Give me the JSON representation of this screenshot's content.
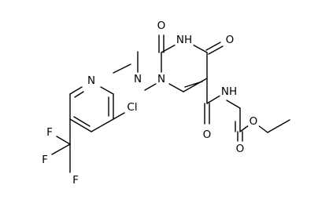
{
  "molecule": {
    "atom_labels": {
      "o_c2": "O",
      "nh_n3": "NH",
      "o_c4": "O",
      "n_n1": "N",
      "n_amine": "N",
      "n_pyridine": "N",
      "cl": "Cl",
      "o_amide": "O",
      "nh_amide": "NH",
      "o_carbamate": "O",
      "o_ester": "O",
      "f_top": "F",
      "f_left": "F",
      "f_right": "F"
    }
  },
  "colors": {
    "bond": "#000000",
    "label": "#000000",
    "background": "#ffffff"
  }
}
